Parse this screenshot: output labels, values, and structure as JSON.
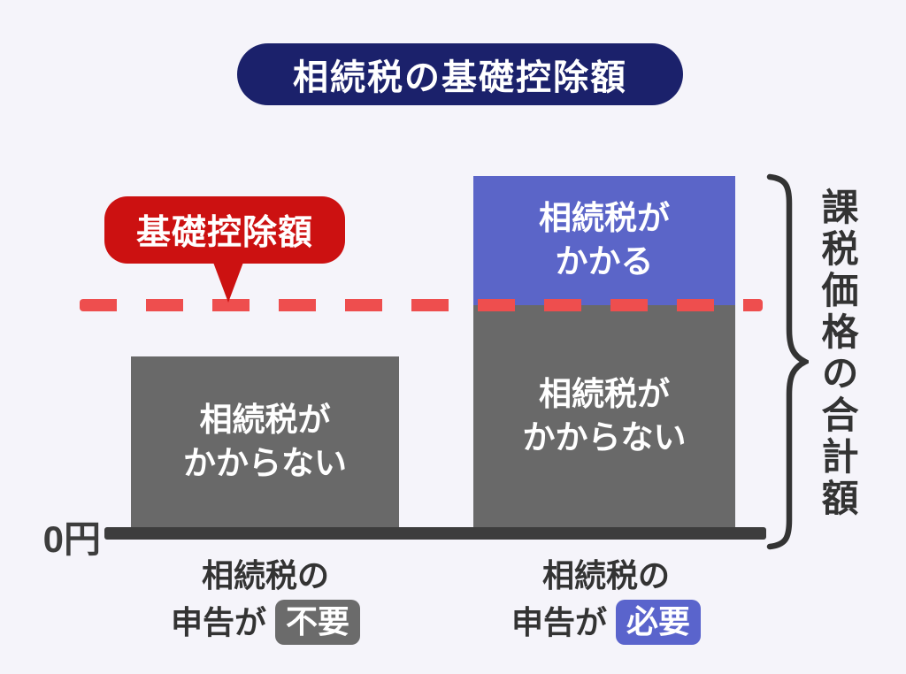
{
  "title": "相続税の基礎控除額",
  "callout": {
    "label": "基礎控除額"
  },
  "axis": {
    "zero_label": "0円"
  },
  "brace": {
    "label": "課税価格の合計額"
  },
  "bars": {
    "left": {
      "no_tax": {
        "line1": "相続税が",
        "line2": "かからない"
      },
      "caption": {
        "line1": "相続税の",
        "line2_prefix": "申告が",
        "badge": "不要"
      }
    },
    "right": {
      "taxed": {
        "line1": "相続税が",
        "line2": "かかる"
      },
      "no_tax": {
        "line1": "相続税が",
        "line2": "かからない"
      },
      "caption": {
        "line1": "相続税の",
        "line2_prefix": "申告が",
        "badge": "必要"
      }
    }
  },
  "colors": {
    "background": "#f5f4fa",
    "title_navy": "#1b216b",
    "bar_blue": "#5b65c8",
    "bar_gray": "#696969",
    "callout_red": "#cc1111",
    "dash_red": "#ee4e4e",
    "axis_dark": "#3d3d3d",
    "text_dark": "#333333",
    "badge_gray": "#6b6b6b",
    "badge_blue": "#5a64cc"
  }
}
